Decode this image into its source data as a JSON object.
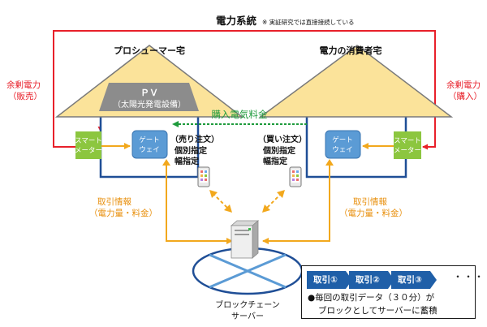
{
  "grid": {
    "title": "電力系統",
    "note": "※ 実証研究では直接接続している"
  },
  "prosumer": {
    "title": "プロシューマー宅",
    "pv_label": "ＰＶ",
    "pv_sub": "（太陽光発電設備）",
    "smart_meter": [
      "スマート",
      "メーター"
    ],
    "gateway": [
      "ゲート",
      "ウェイ"
    ],
    "surplus": [
      "余剰電力",
      "（販売）"
    ]
  },
  "consumer": {
    "title": "電力の消費者宅",
    "smart_meter": [
      "スマート",
      "メーター"
    ],
    "gateway": [
      "ゲート",
      "ウェイ"
    ],
    "surplus": [
      "余剰電力",
      "（購入）"
    ]
  },
  "payment": "購入電気料金",
  "sell_order": [
    "（売り注文）",
    "個別指定",
    "幅指定"
  ],
  "buy_order": [
    "（買い注文）",
    "個別指定",
    "幅指定"
  ],
  "trade_info_left": [
    "取引情報",
    "（電力量・料金）"
  ],
  "trade_info_right": [
    "取引情報",
    "（電力量・料金）"
  ],
  "server": [
    "ブロックチェーン",
    "サーバー"
  ],
  "chain": {
    "blocks": [
      "取引①",
      "取引②",
      "取引③"
    ],
    "ellipsis": "・・・",
    "note_line1": "●毎回の取引データ（３０分）が",
    "note_line2": "ブロックとしてサーバーに蓄積"
  },
  "colors": {
    "red": "#e8202a",
    "blue": "#1f4e96",
    "roof": "#fbe39a",
    "roof_stroke": "#7a7a7a",
    "pv": "#8c8c8c",
    "meter": "#8cc63f",
    "gateway": "#5b9bd5",
    "green": "#1e9b3c",
    "orange": "#f2a81d",
    "chain": "#1f5fa8"
  }
}
